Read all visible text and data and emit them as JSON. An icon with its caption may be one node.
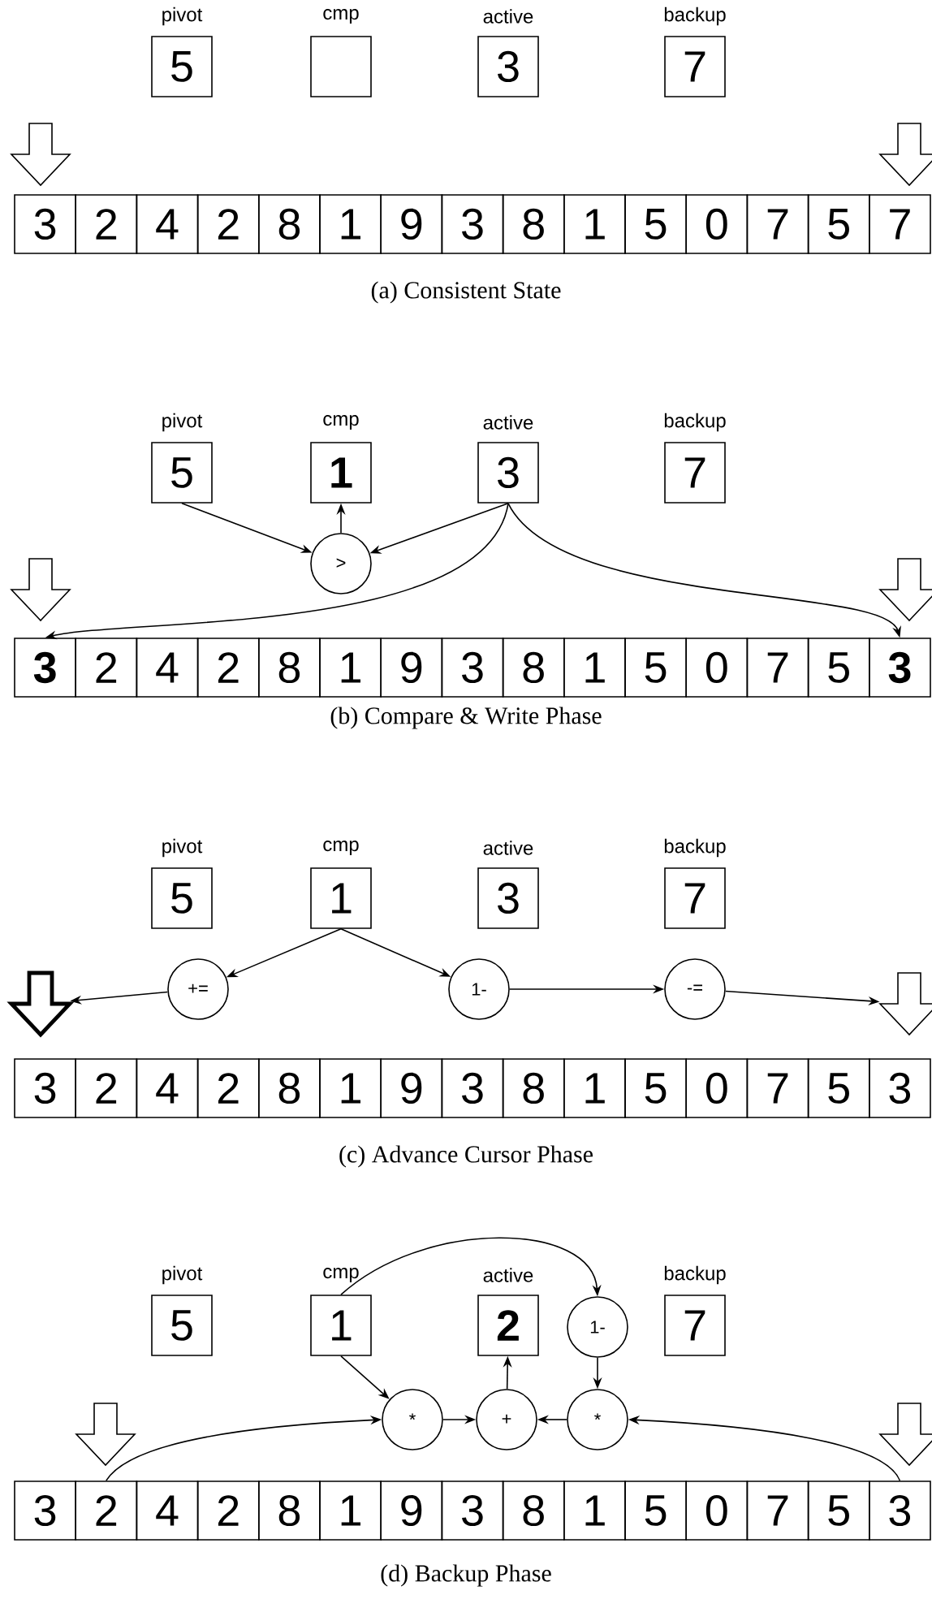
{
  "diagram": {
    "nodes": [
      {
        "text": [
          "pivot",
          "5"
        ]
      },
      {
        "text": [
          "cmp"
        ]
      },
      {
        "text": [
          "active",
          "3"
        ]
      },
      {
        "text": [
          "backup",
          "7"
        ]
      },
      {
        "text": [],
        "shape": "arrow"
      },
      {
        "text": [],
        "shape": "arrow"
      },
      {
        "text": [
          "3"
        ]
      },
      {
        "text": [
          "2"
        ]
      },
      {
        "text": [
          "4"
        ]
      },
      {
        "text": [
          "2"
        ]
      },
      {
        "text": [
          "8"
        ]
      },
      {
        "text": [
          "1"
        ]
      },
      {
        "text": [
          "9"
        ]
      },
      {
        "text": [
          "3"
        ]
      },
      {
        "text": [
          "8"
        ]
      },
      {
        "text": [
          "1"
        ]
      },
      {
        "text": [
          "5"
        ]
      },
      {
        "text": [
          "0"
        ]
      },
      {
        "text": [
          "7"
        ]
      },
      {
        "text": [
          "5"
        ]
      },
      {
        "text": [
          "7"
        ]
      },
      {
        "text": [
          "pivot",
          "5"
        ]
      },
      {
        "text": [
          "cmp",
          "1"
        ]
      },
      {
        "text": [
          "active",
          "3"
        ]
      },
      {
        "text": [
          "backup",
          "7"
        ]
      },
      {
        "text": [
          ">"
        ]
      },
      {
        "text": [],
        "shape": "arrow"
      },
      {
        "text": [],
        "shape": "arrow"
      },
      {
        "text": [
          "3"
        ]
      },
      {
        "text": [
          "2"
        ]
      },
      {
        "text": [
          "4"
        ]
      },
      {
        "text": [
          "2"
        ]
      },
      {
        "text": [
          "8"
        ]
      },
      {
        "text": [
          "1"
        ]
      },
      {
        "text": [
          "9"
        ]
      },
      {
        "text": [
          "3"
        ]
      },
      {
        "text": [
          "8"
        ]
      },
      {
        "text": [
          "1"
        ]
      },
      {
        "text": [
          "5"
        ]
      },
      {
        "text": [
          "0"
        ]
      },
      {
        "text": [
          "7"
        ]
      },
      {
        "text": [
          "5"
        ]
      },
      {
        "text": [
          "3"
        ]
      },
      {
        "text": [
          "pivot",
          "5"
        ]
      },
      {
        "text": [
          "cmp",
          "1"
        ]
      },
      {
        "text": [
          "active",
          "3"
        ]
      },
      {
        "text": [
          "backup",
          "7"
        ]
      },
      {
        "text": [
          "+="
        ]
      },
      {
        "text": [
          "1-"
        ]
      },
      {
        "text": [
          "-="
        ]
      },
      {
        "text": [],
        "shape": "arrow"
      },
      {
        "text": [],
        "shape": "arrow"
      },
      {
        "text": [
          "3"
        ]
      },
      {
        "text": [
          "2"
        ]
      },
      {
        "text": [
          "4"
        ]
      },
      {
        "text": [
          "2"
        ]
      },
      {
        "text": [
          "8"
        ]
      },
      {
        "text": [
          "1"
        ]
      },
      {
        "text": [
          "9"
        ]
      },
      {
        "text": [
          "3"
        ]
      },
      {
        "text": [
          "8"
        ]
      },
      {
        "text": [
          "1"
        ]
      },
      {
        "text": [
          "5"
        ]
      },
      {
        "text": [
          "0"
        ]
      },
      {
        "text": [
          "7"
        ]
      },
      {
        "text": [
          "5"
        ]
      },
      {
        "text": [
          "3"
        ]
      },
      {
        "text": [
          "pivot",
          "5"
        ]
      },
      {
        "text": [
          "cmp",
          "1"
        ]
      },
      {
        "text": [
          "active",
          "2"
        ]
      },
      {
        "text": [
          "1-"
        ]
      },
      {
        "text": [
          "backup",
          "7"
        ]
      },
      {
        "text": [
          "*"
        ]
      },
      {
        "text": [
          "+"
        ]
      },
      {
        "text": [
          "*"
        ]
      },
      {
        "text": [],
        "shape": "arrow"
      },
      {
        "text": [],
        "shape": "arrow"
      },
      {
        "text": [
          "3"
        ]
      },
      {
        "text": [
          "2"
        ]
      },
      {
        "text": [
          "4"
        ]
      },
      {
        "text": [
          "2"
        ]
      },
      {
        "text": [
          "8"
        ]
      },
      {
        "text": [
          "1"
        ]
      },
      {
        "text": [
          "9"
        ]
      },
      {
        "text": [
          "3"
        ]
      },
      {
        "text": [
          "8"
        ]
      },
      {
        "text": [
          "1"
        ]
      },
      {
        "text": [
          "5"
        ]
      },
      {
        "text": [
          "0"
        ]
      },
      {
        "text": [
          "7"
        ]
      },
      {
        "text": [
          "5"
        ]
      },
      {
        "text": [
          "3"
        ]
      }
    ],
    "edges": [
      {
        "from": 21,
        "to": 25,
        "arrow": "to"
      },
      {
        "from": 23,
        "to": 25,
        "arrow": "to"
      },
      {
        "from": 25,
        "to": 22,
        "arrow": "to"
      },
      {
        "from": 23,
        "to": 28,
        "arrow": "to"
      },
      {
        "from": 23,
        "to": 42,
        "arrow": "to"
      },
      {
        "from": 44,
        "to": 47,
        "arrow": "to"
      },
      {
        "from": 44,
        "to": 48,
        "arrow": "to"
      },
      {
        "from": 47,
        "to": 50,
        "arrow": "to"
      },
      {
        "from": 48,
        "to": 49,
        "arrow": "to"
      },
      {
        "from": 49,
        "to": 51,
        "arrow": "to"
      },
      {
        "from": 68,
        "to": 70,
        "arrow": "to"
      },
      {
        "from": 68,
        "to": 72,
        "arrow": "to"
      },
      {
        "from": 70,
        "to": 74,
        "arrow": "to"
      },
      {
        "from": 72,
        "to": 73,
        "arrow": "to"
      },
      {
        "from": 74,
        "to": 73,
        "arrow": "to"
      },
      {
        "from": 73,
        "to": 69,
        "arrow": "to"
      },
      {
        "from": 78,
        "to": 72,
        "arrow": "to"
      },
      {
        "from": 91,
        "to": 74,
        "arrow": "to"
      }
    ],
    "labels": [
      "(a) Consistent State",
      "(b) Compare & Write Phase",
      "(c) Advance Cursor Phase",
      "(d) Backup Phase"
    ]
  }
}
